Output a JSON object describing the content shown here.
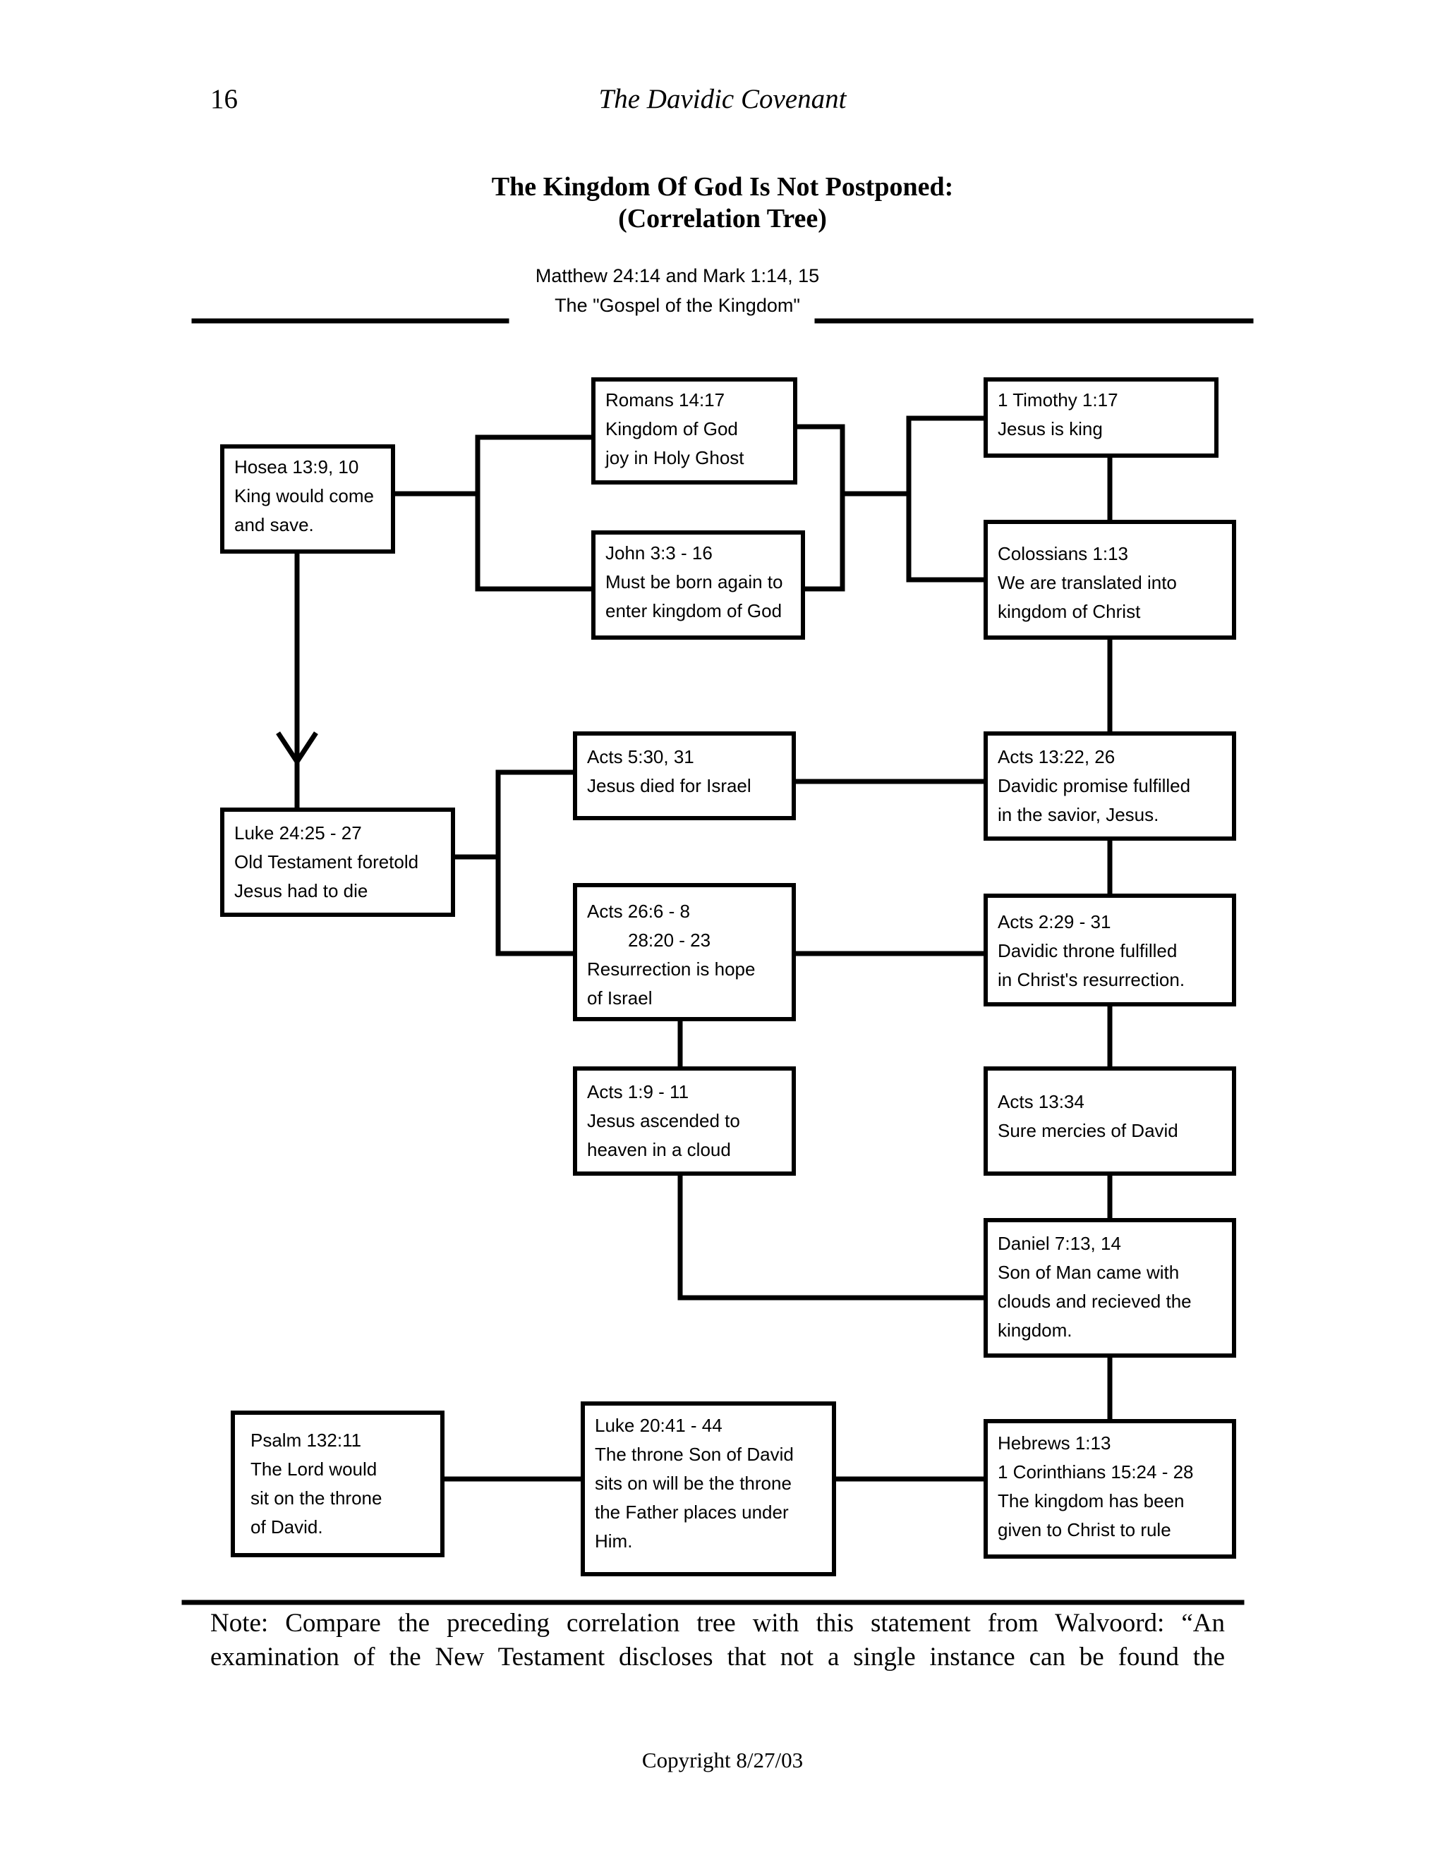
{
  "header": {
    "page_number": "16",
    "running_title": "The Davidic Covenant"
  },
  "title": {
    "line1": "The Kingdom Of God Is Not Postponed:",
    "line2": "(Correlation Tree)"
  },
  "gospel": {
    "line1": "Matthew 24:14 and Mark 1:14, 15",
    "line2": "The \"Gospel of the Kingdom\""
  },
  "boxes": {
    "hosea": [
      "Hosea 13:9, 10",
      "King would come",
      "and save."
    ],
    "romans": [
      "Romans 14:17",
      "Kingdom of God",
      "joy in Holy Ghost"
    ],
    "john": [
      "John 3:3 - 16",
      "Must be born again to",
      "enter kingdom of God"
    ],
    "timothy": [
      "1 Timothy 1:17",
      "Jesus is king"
    ],
    "colossians": [
      "Colossians 1:13",
      "We are translated into",
      "kingdom of Christ"
    ],
    "acts5": [
      "Acts 5:30, 31",
      "Jesus died for Israel"
    ],
    "acts13_22": [
      "Acts 13:22, 26",
      "Davidic promise fulfilled",
      "in the savior, Jesus."
    ],
    "luke24": [
      "Luke 24:25 - 27",
      "Old Testament foretold",
      "Jesus had to die"
    ],
    "acts26": [
      "Acts 26:6 - 8",
      "28:20 - 23",
      "Resurrection is hope",
      "of Israel"
    ],
    "acts2": [
      "Acts 2:29 - 31",
      "Davidic throne fulfilled",
      "in Christ's resurrection."
    ],
    "acts1": [
      "Acts 1:9 - 11",
      "Jesus ascended to",
      "heaven in a cloud"
    ],
    "acts13_34": [
      "Acts 13:34",
      "Sure mercies of David"
    ],
    "daniel": [
      "Daniel 7:13, 14",
      "Son of Man came with",
      "clouds and recieved the",
      "kingdom."
    ],
    "psalm": [
      "Psalm 132:11",
      "The Lord would",
      "sit on the throne",
      "of David."
    ],
    "luke20": [
      "Luke 20:41 - 44",
      "The throne Son of David",
      "sits on will be the throne",
      "the Father places under",
      "Him."
    ],
    "hebrews": [
      "Hebrews 1:13",
      "1 Corinthians 15:24 - 28",
      "The kingdom has been",
      "given to Christ to rule"
    ]
  },
  "note": {
    "line1": "Note: Compare the preceding correlation tree with this statement from Walvoord: “An",
    "line2": "examination of the New Testament discloses that not a single instance can be found the"
  },
  "footer": {
    "copyright": "Copyright 8/27/03"
  }
}
